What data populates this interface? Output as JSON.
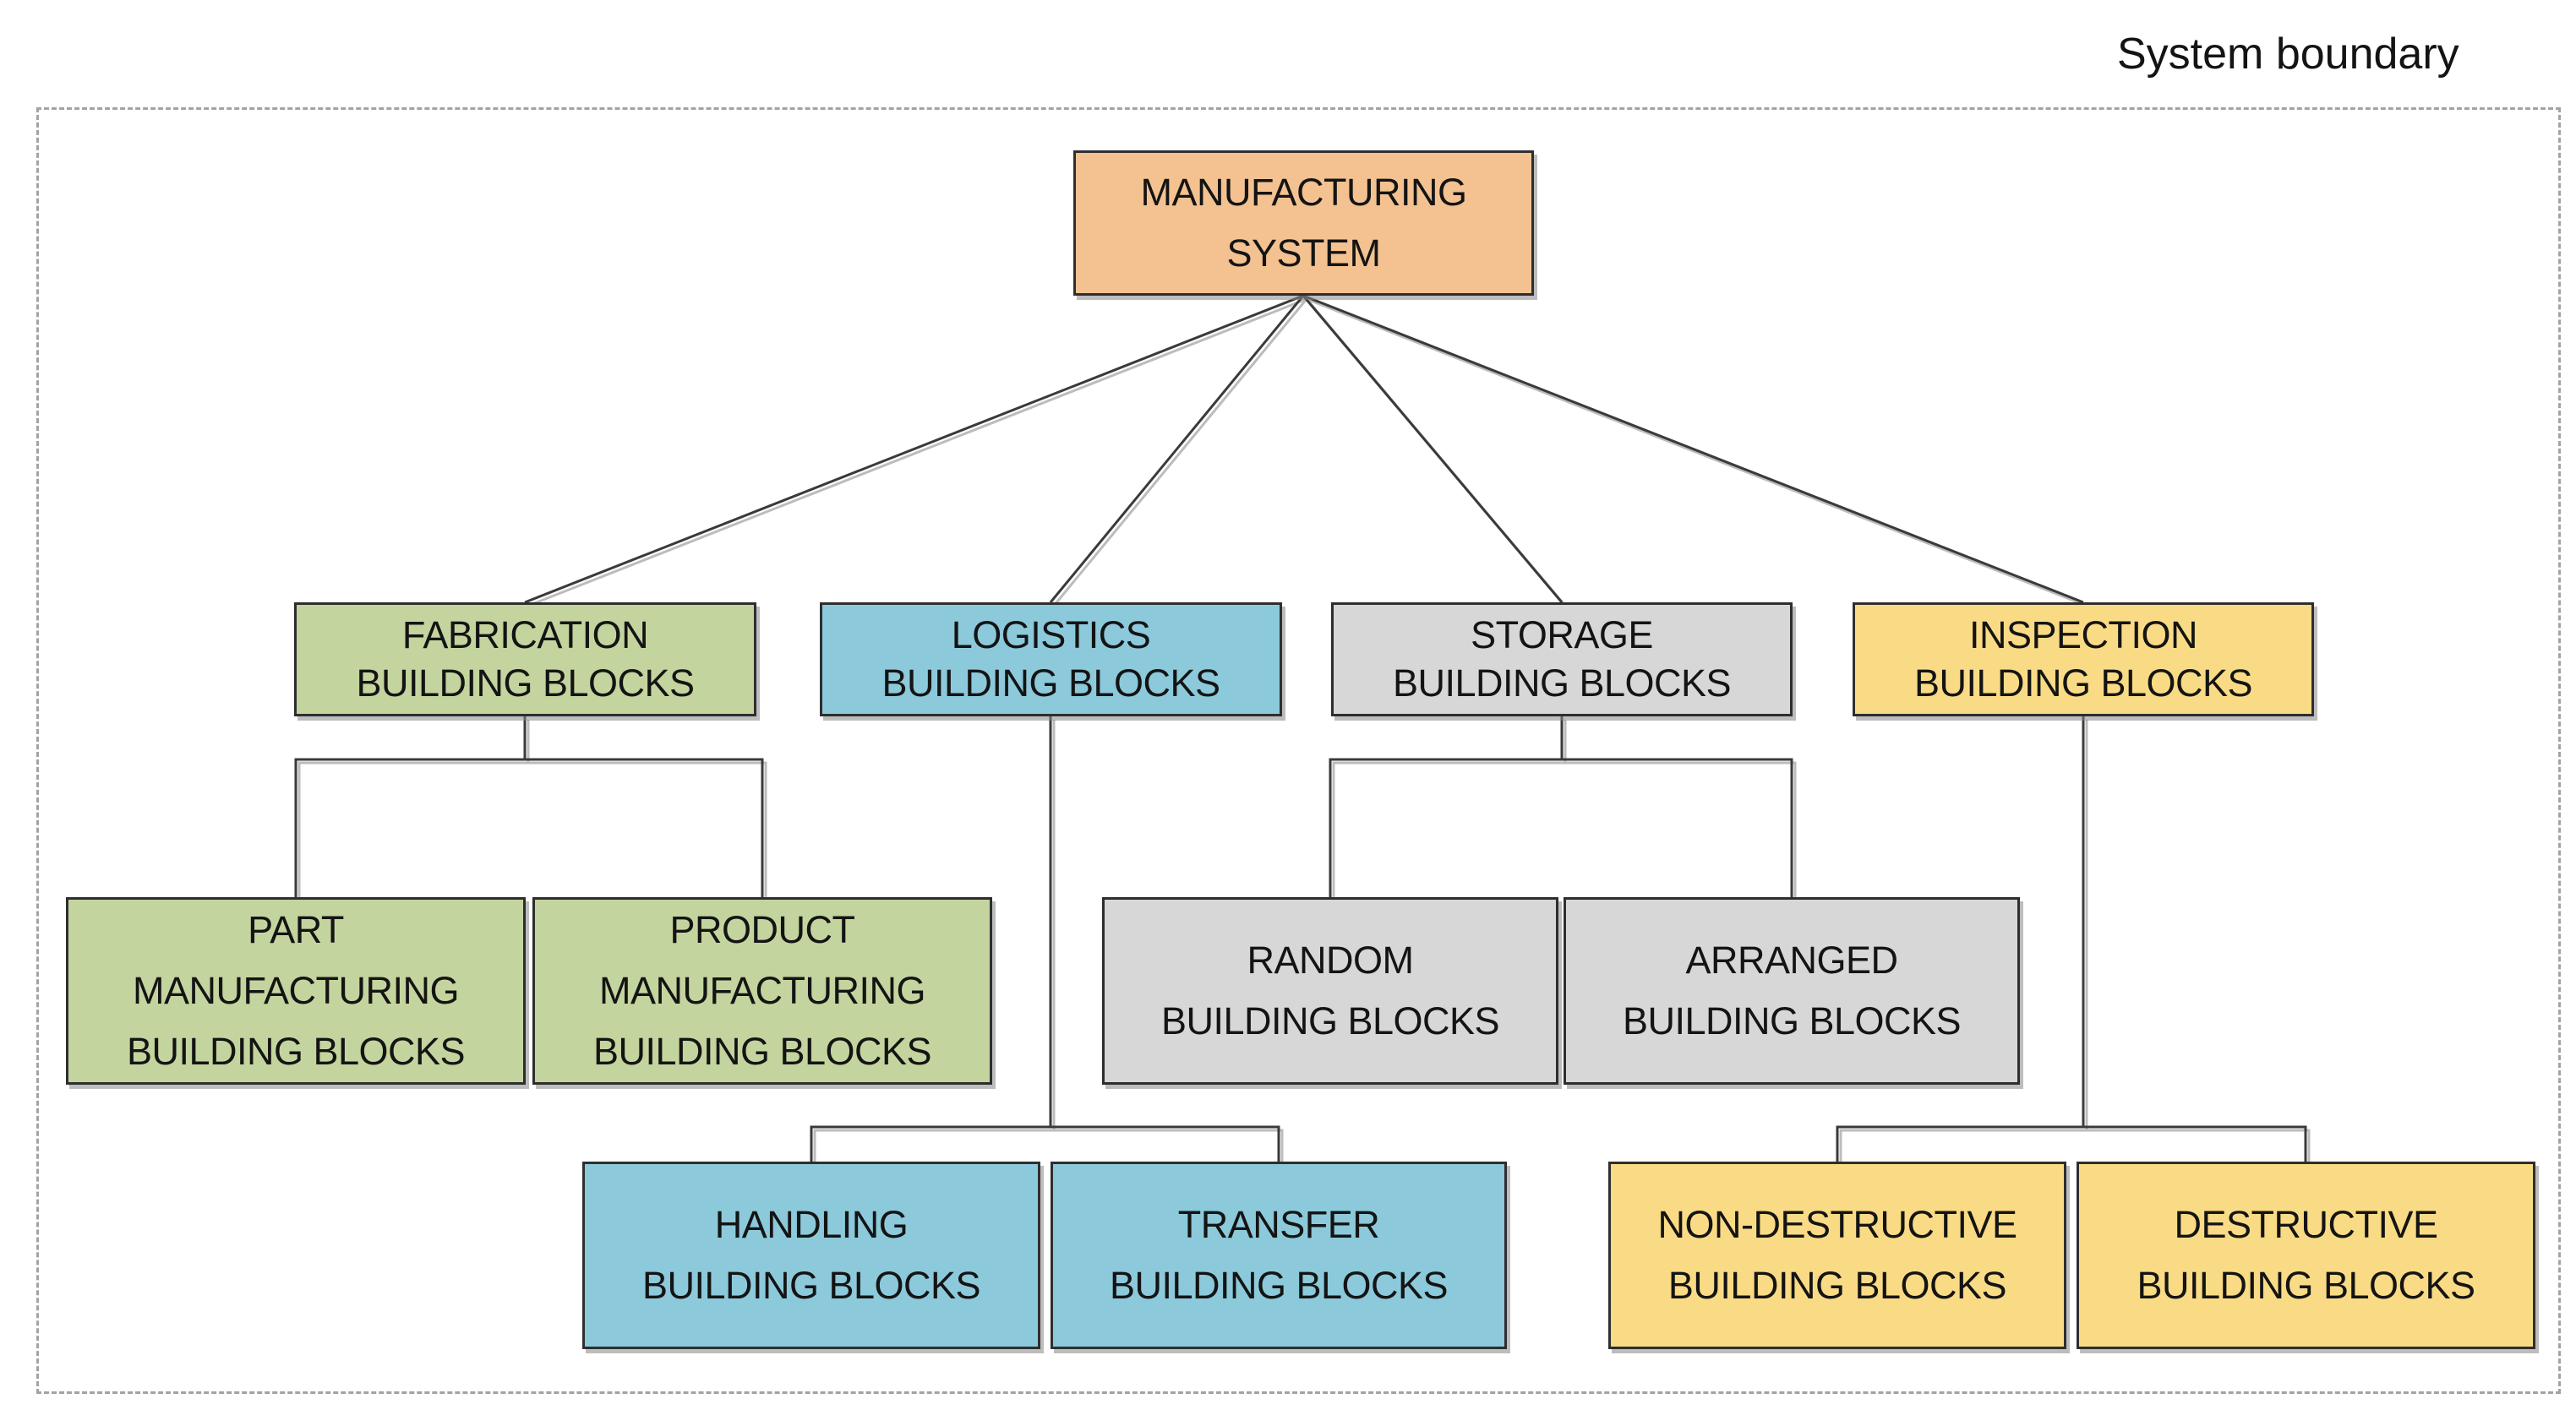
{
  "boundary": {
    "label": "System boundary",
    "border_color": "#a3a3a3"
  },
  "colors": {
    "system_fill": "#F4C291",
    "fabrication_fill": "#C4D49E",
    "logistics_fill": "#8CC9DB",
    "storage_fill": "#D7D7D7",
    "inspection_fill": "#FADB85",
    "box_border": "#2e2e2e",
    "connector_line": "#3a3a3a",
    "text": "#141414"
  },
  "nodes": {
    "system": {
      "label": "MANUFACTURING\nSYSTEM",
      "fill": "#F4C291"
    },
    "fabrication": {
      "label": "FABRICATION\nBUILDING BLOCKS",
      "fill": "#C4D49E"
    },
    "logistics": {
      "label": "LOGISTICS\nBUILDING BLOCKS",
      "fill": "#8CC9DB"
    },
    "storage": {
      "label": "STORAGE\nBUILDING BLOCKS",
      "fill": "#D7D7D7"
    },
    "inspection": {
      "label": "INSPECTION\nBUILDING BLOCKS",
      "fill": "#FADB85"
    },
    "part_manufacturing": {
      "label": "PART\nMANUFACTURING\nBUILDING BLOCKS",
      "fill": "#C4D49E"
    },
    "product_manufacturing": {
      "label": "PRODUCT\nMANUFACTURING\nBUILDING BLOCKS",
      "fill": "#C4D49E"
    },
    "random": {
      "label": "RANDOM\nBUILDING BLOCKS",
      "fill": "#D7D7D7"
    },
    "arranged": {
      "label": "ARRANGED\nBUILDING BLOCKS",
      "fill": "#D7D7D7"
    },
    "handling": {
      "label": "HANDLING\nBUILDING BLOCKS",
      "fill": "#8CC9DB"
    },
    "transfer": {
      "label": "TRANSFER\nBUILDING BLOCKS",
      "fill": "#8CC9DB"
    },
    "non_destructive": {
      "label": "NON-DESTRUCTIVE\nBUILDING BLOCKS",
      "fill": "#FADB85"
    },
    "destructive": {
      "label": "DESTRUCTIVE\nBUILDING BLOCKS",
      "fill": "#FADB85"
    }
  },
  "edges": [
    [
      "system",
      "fabrication"
    ],
    [
      "system",
      "logistics"
    ],
    [
      "system",
      "storage"
    ],
    [
      "system",
      "inspection"
    ],
    [
      "fabrication",
      "part_manufacturing"
    ],
    [
      "fabrication",
      "product_manufacturing"
    ],
    [
      "logistics",
      "handling"
    ],
    [
      "logistics",
      "transfer"
    ],
    [
      "storage",
      "random"
    ],
    [
      "storage",
      "arranged"
    ],
    [
      "inspection",
      "non_destructive"
    ],
    [
      "inspection",
      "destructive"
    ]
  ]
}
